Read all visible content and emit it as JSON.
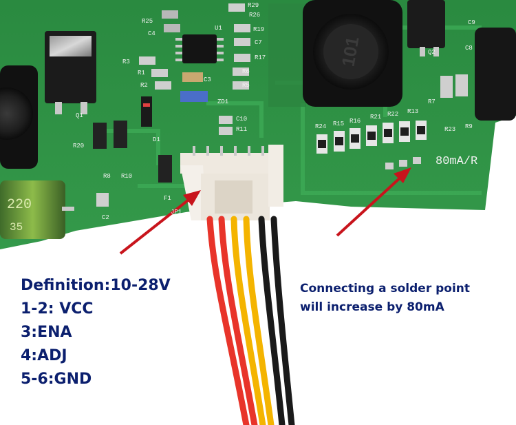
{
  "photo": {
    "board_color": "#2f8f45",
    "background_color": "#ffffff",
    "arrow_color": "#c8141c",
    "text_color": "#0b1f6e"
  },
  "pcb_labels": {
    "r25": "R25",
    "c4": "C4",
    "u1": "U1",
    "r29": "R29",
    "r26": "R26",
    "r19": "R19",
    "c7": "C7",
    "r17": "R17",
    "r6": "R6",
    "r5": "R5",
    "r3": "R3",
    "r1": "R1",
    "r2": "R2",
    "c3": "C3",
    "zd1": "ZD1",
    "c10": "C10",
    "r11": "R11",
    "q1": "Q1",
    "r20": "R20",
    "d1": "D1",
    "r8": "R8",
    "r10": "R10",
    "f1": "F1",
    "c2": "C2",
    "jp1": "JP1",
    "q2": "Q2",
    "c9": "C9",
    "c8": "C8",
    "r7": "R7",
    "r24": "R24",
    "r15": "R15",
    "r16": "R16",
    "r21": "R21",
    "r22": "R22",
    "r13": "R13",
    "r23": "R23",
    "r9": "R9",
    "current_rating": "80mA/R",
    "cap_value": "220",
    "cap_voltage": "35",
    "inductor_marking": "101"
  },
  "definition": {
    "title": "Definition:10-28V",
    "pins": [
      "1-2: VCC",
      "3:ENA",
      "4:ADJ",
      "5-6:GND"
    ]
  },
  "note": {
    "line1": "Connecting a solder point",
    "line2": "will increase by 80mA"
  },
  "wires": [
    "#e8342a",
    "#e8342a",
    "#f4b400",
    "#f4b400",
    "#1a1a1a",
    "#1a1a1a"
  ]
}
